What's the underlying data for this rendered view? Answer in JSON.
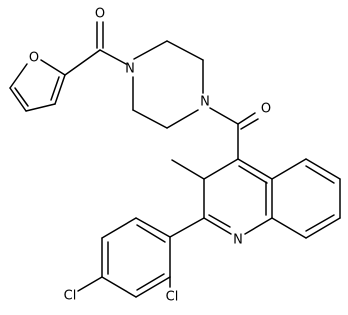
{
  "atoms": {
    "furan_oxygen": "O",
    "ketone_oxygen_furoyl": "O",
    "piperazine_n_left": "N",
    "piperazine_n_right": "N",
    "ketone_oxygen_quinoline": "O",
    "quinoline_nitrogen": "N",
    "chlorine_para": "Cl",
    "chlorine_ortho": "Cl"
  }
}
